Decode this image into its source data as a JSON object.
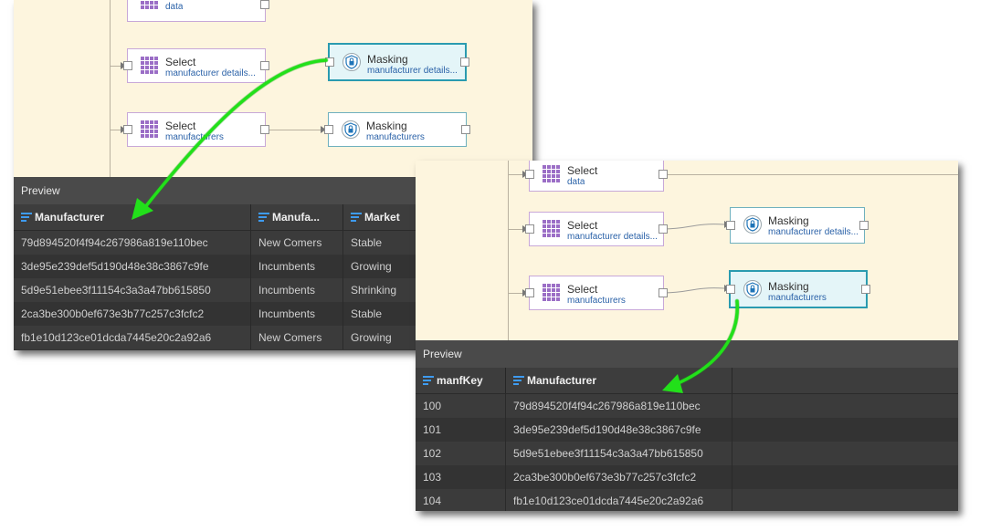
{
  "panel1": {
    "nodes": [
      {
        "title": "",
        "subtitle": "data"
      },
      {
        "title": "Select",
        "subtitle": "manufacturer details..."
      },
      {
        "title": "Masking",
        "subtitle": "manufacturer details..."
      },
      {
        "title": "Select",
        "subtitle": "manufacturers"
      },
      {
        "title": "Masking",
        "subtitle": "manufacturers"
      }
    ],
    "preview_label": "Preview",
    "columns": [
      "Manufacturer",
      "Manufa...",
      "Market"
    ],
    "rows": [
      [
        "79d894520f4f94c267986a819e110bec",
        "New Comers",
        "Stable"
      ],
      [
        "3de95e239def5d190d48e38c3867c9fe",
        "Incumbents",
        "Growing"
      ],
      [
        "5d9e51ebee3f11154c3a3a47bb615850",
        "Incumbents",
        "Shrinking"
      ],
      [
        "2ca3be300b0ef673e3b77c257c3fcfc2",
        "Incumbents",
        "Stable"
      ],
      [
        "fb1e10d123ce01dcda7445e20c2a92a6",
        "New Comers",
        "Growing"
      ]
    ]
  },
  "panel2": {
    "nodes": [
      {
        "title": "Select",
        "subtitle": "data"
      },
      {
        "title": "Select",
        "subtitle": "manufacturer details..."
      },
      {
        "title": "Masking",
        "subtitle": "manufacturer details..."
      },
      {
        "title": "Select",
        "subtitle": "manufacturers"
      },
      {
        "title": "Masking",
        "subtitle": "manufacturers"
      }
    ],
    "preview_label": "Preview",
    "columns": [
      "manfKey",
      "Manufacturer"
    ],
    "rows": [
      [
        "100",
        "79d894520f4f94c267986a819e110bec"
      ],
      [
        "101",
        "3de95e239def5d190d48e38c3867c9fe"
      ],
      [
        "102",
        "5d9e51ebee3f11154c3a3a47bb615850"
      ],
      [
        "103",
        "2ca3be300b0ef673e3b77c257c3fcfc2"
      ],
      [
        "104",
        "fb1e10d123ce01dcda7445e20c2a92a6"
      ]
    ]
  },
  "colors": {
    "canvas_bg": "#fdf5de",
    "select_border": "#c8a8d8",
    "masking_border": "#2a9bb0",
    "highlight_arrow": "#22e01a",
    "preview_header_bg": "#4a4a4a",
    "sort_icon": "#3e9bf0"
  },
  "icons": [
    "grid-icon",
    "shield-lock-icon",
    "sort-icon"
  ]
}
